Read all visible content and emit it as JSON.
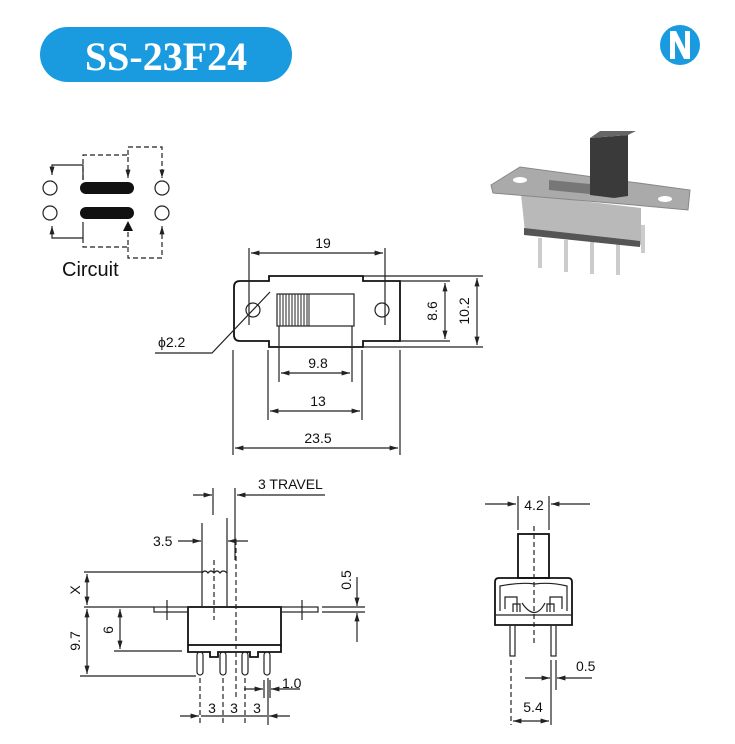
{
  "title": "SS-23F24",
  "logo_letter": "N",
  "colors": {
    "brand": "#1a9be0",
    "line": "#222222"
  },
  "circuit": {
    "label": "Circuit"
  },
  "top_view": {
    "hole_dia": "ϕ2.2",
    "mount_span": "19",
    "window_w": "9.8",
    "body_w": "13",
    "overall_w": "23.5",
    "body_h": "8.6",
    "plate_h": "10.2"
  },
  "side_view": {
    "travel": "3  TRAVEL",
    "actuator_w": "3.5",
    "actuator_h": "X",
    "height": "9.7",
    "body_depth": "6",
    "plate_t": "0.5",
    "pin_w": "1.0",
    "pitch": [
      "3",
      "3",
      "3"
    ]
  },
  "front_view": {
    "actuator_w": "4.2",
    "pin_t": "0.5",
    "row_pitch": "5.4"
  }
}
